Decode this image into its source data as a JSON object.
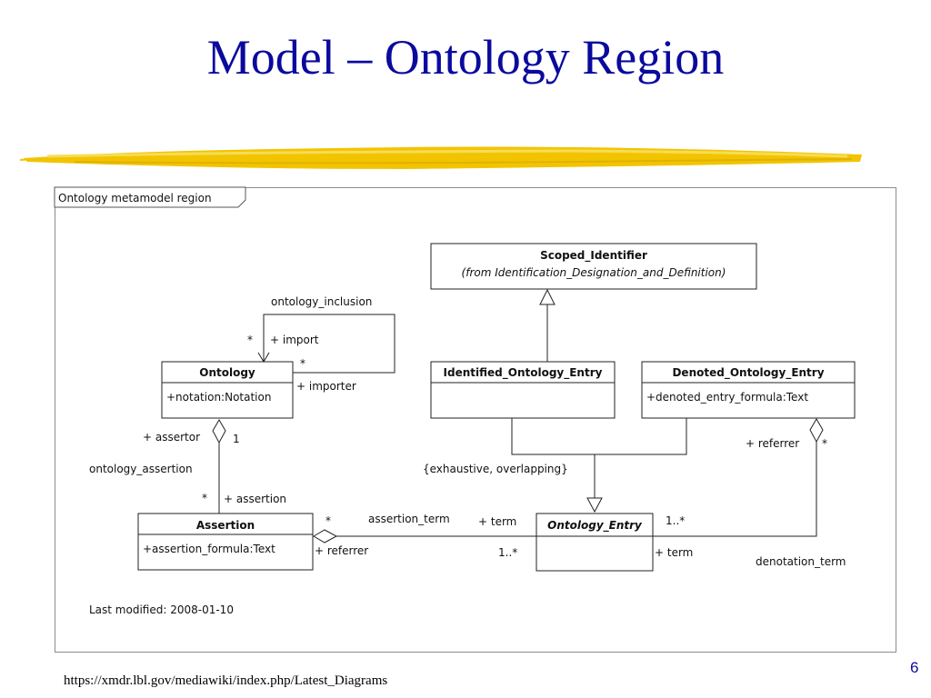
{
  "slide": {
    "title": "Model – Ontology Region",
    "source_url": "https://xmdr.lbl.gov/mediawiki/index.php/Latest_Diagrams",
    "page_number": "6"
  },
  "colors": {
    "title": "#0a0a9e",
    "brush_stroke": "#f2c400",
    "frame_border": "#8c8c8c"
  },
  "diagram": {
    "frame_label": "Ontology metamodel region",
    "last_modified": "Last modified: 2008-01-10",
    "classes": {
      "scoped_identifier": {
        "name": "Scoped_Identifier",
        "stereo": "(from Identification_Designation_and_Definition)"
      },
      "ontology": {
        "name": "Ontology",
        "attr": "+notation:Notation"
      },
      "identified_entry": {
        "name": "Identified_Ontology_Entry"
      },
      "denoted_entry": {
        "name": "Denoted_Ontology_Entry",
        "attr": "+denoted_entry_formula:Text"
      },
      "assertion": {
        "name": "Assertion",
        "attr": "+assertion_formula:Text"
      },
      "ontology_entry": {
        "name": "Ontology_Entry"
      }
    },
    "labels": {
      "ontology_inclusion": "ontology_inclusion",
      "import_mult": "*",
      "import_role": "+ import",
      "importer_mult": "*",
      "importer_role": "+ importer",
      "assertor_role": "+ assertor",
      "assertor_mult": "1",
      "ontology_assertion": "ontology_assertion",
      "assertion_mult": "*",
      "assertion_role": "+ assertion",
      "constraint": "{exhaustive, overlapping}",
      "referrer_role_right": "+ referrer",
      "referrer_mult_right": "*",
      "assertion_term": "assertion_term",
      "referrer_mult_left": "*",
      "referrer_role_left": "+ referrer",
      "term_role_top": "+ term",
      "term_mult_bottom": "1..*",
      "entry_mult_right": "1..*",
      "term_role_right": "+ term",
      "denotation_term": "denotation_term"
    }
  }
}
